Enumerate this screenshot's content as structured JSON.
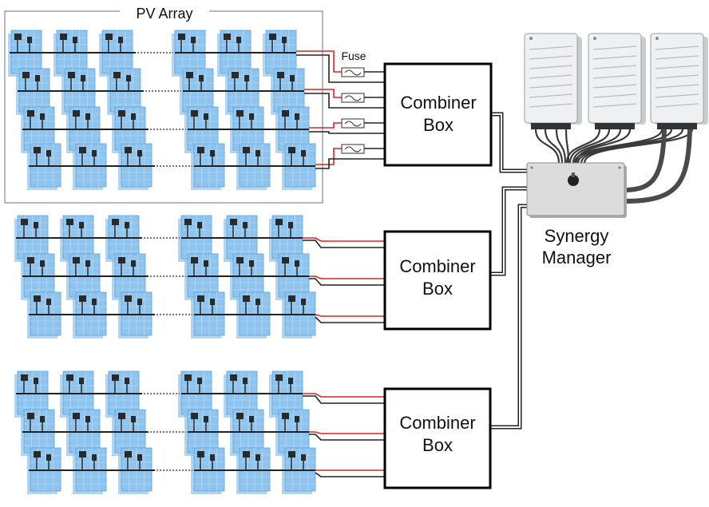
{
  "diagram": {
    "title": "PV Array",
    "fuse_label": "Fuse",
    "combiner_label_line1": "Combiner",
    "combiner_label_line2": "Box",
    "manager_label_line1": "Synergy",
    "manager_label_line2": "Manager",
    "combiner_boxes": 3,
    "inverters": 3,
    "rows_per_array": 4,
    "colors": {
      "panel": "#8fc4ee",
      "panel_grid": "#bfe0f7",
      "panel_edge": "#5fa3d6",
      "junction_box": "#2a2a2a",
      "dc_positive": "#d9262a",
      "dc_negative": "#222222",
      "inverter_body": "#eef0f1",
      "manager_body": "#dcdcdc"
    }
  }
}
